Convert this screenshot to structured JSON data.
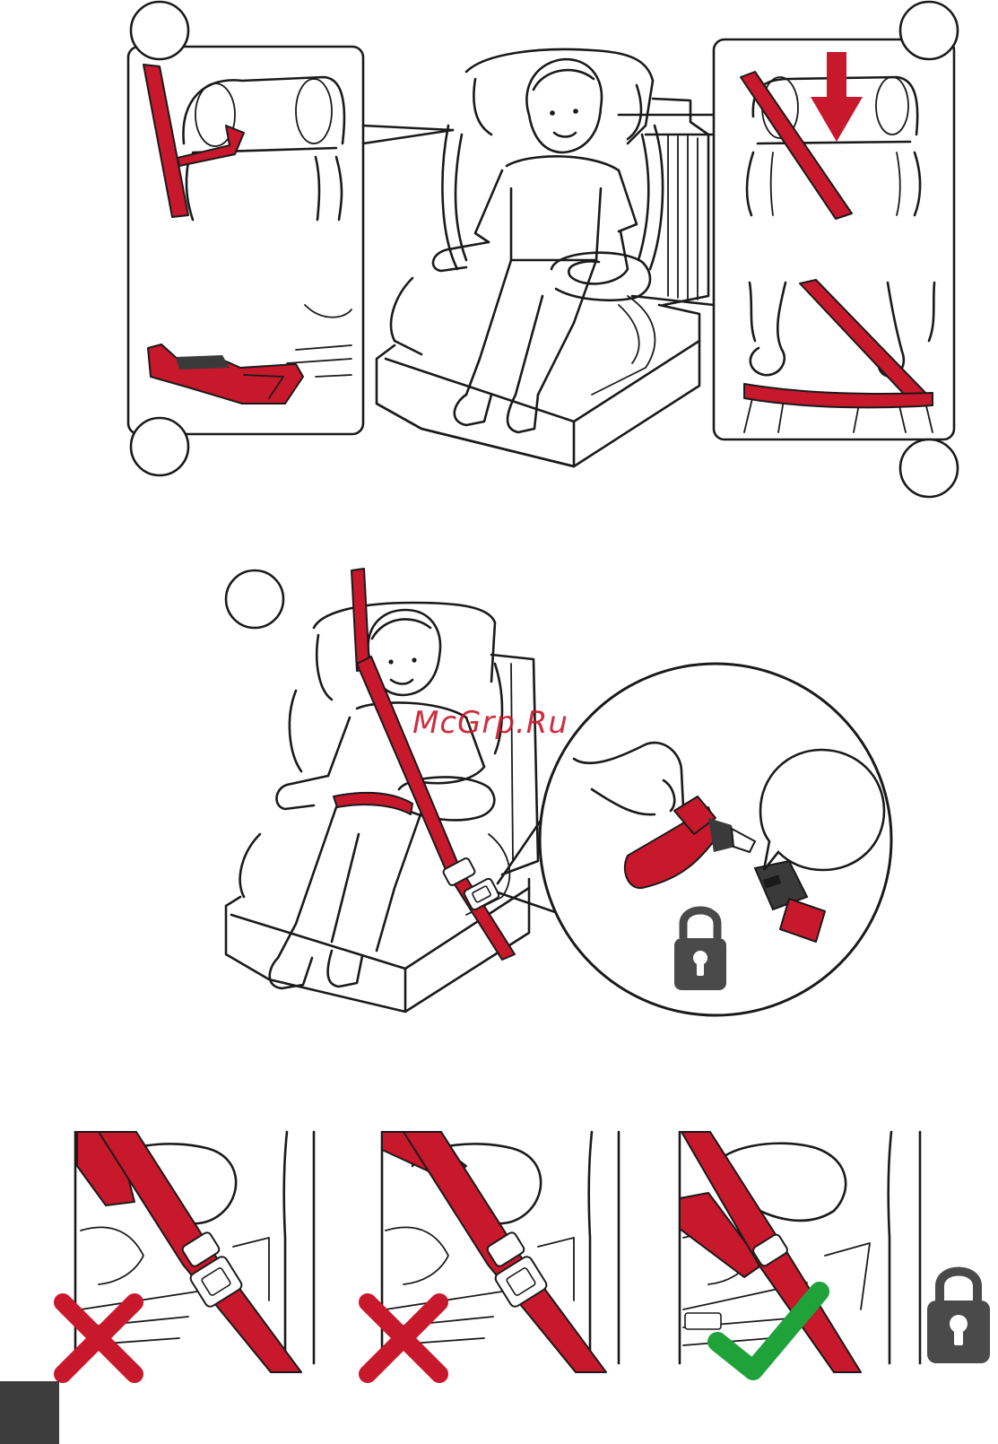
{
  "watermark": "McGrp.Ru",
  "colors": {
    "belt": "#c8182b",
    "buckle": "#3a3a3a",
    "lock": "#4a4a4a",
    "wrong": "#c8182b",
    "correct": "#1fa23a",
    "page_tab": "#3d3d3d"
  },
  "icons": [
    "lock-icon",
    "wrong-x-icon",
    "correct-check-icon",
    "arrow-down-icon"
  ],
  "step_markers": 5,
  "comparison_panels": [
    {
      "state": "wrong"
    },
    {
      "state": "wrong"
    },
    {
      "state": "correct"
    }
  ]
}
